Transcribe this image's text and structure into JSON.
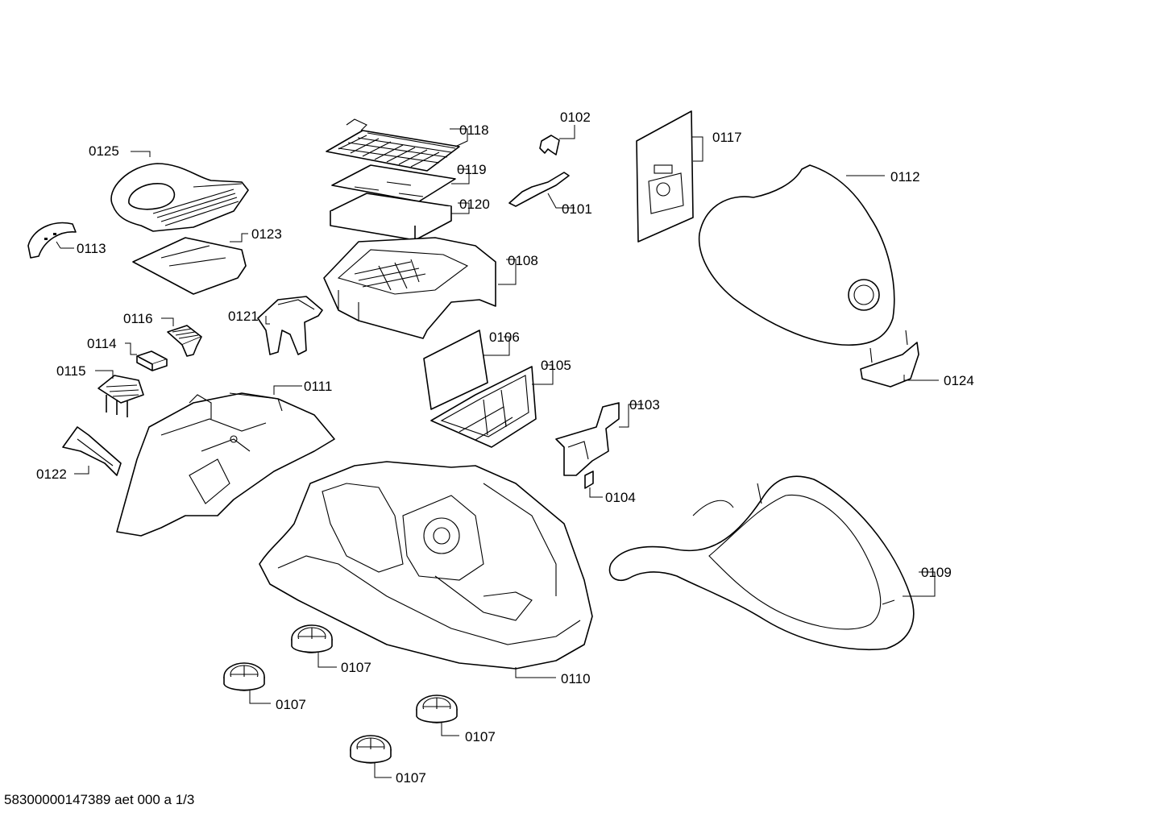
{
  "diagram": {
    "labels": {
      "p0101": "0101",
      "p0102": "0102",
      "p0103": "0103",
      "p0104": "0104",
      "p0105": "0105",
      "p0106": "0106",
      "p0107a": "0107",
      "p0107b": "0107",
      "p0107c": "0107",
      "p0107d": "0107",
      "p0108": "0108",
      "p0109": "0109",
      "p0110": "0110",
      "p0111": "0111",
      "p0112": "0112",
      "p0113": "0113",
      "p0114": "0114",
      "p0115": "0115",
      "p0116": "0116",
      "p0117": "0117",
      "p0118": "0118",
      "p0119": "0119",
      "p0120": "0120",
      "p0121": "0121",
      "p0122": "0122",
      "p0123": "0123",
      "p0124": "0124",
      "p0125": "0125"
    },
    "footer": "58300000147389 aet 000 a 1/3"
  }
}
